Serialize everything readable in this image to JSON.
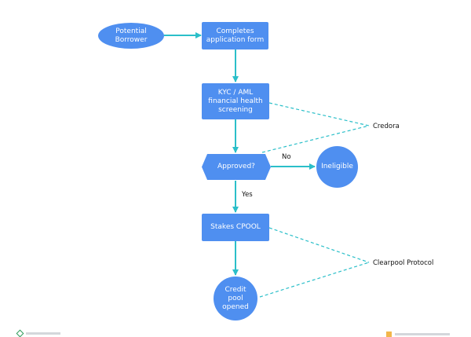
{
  "nodes": {
    "borrower": "Potential\nBorrower",
    "application": "Completes\napplication form",
    "kyc": "KYC / AML\nfinancial health\nscreening",
    "approved": "Approved?",
    "ineligible": "Ineligible",
    "stakes": "Stakes CPOOL",
    "pool": "Credit\npool\nopened"
  },
  "edge_labels": {
    "no": "No",
    "yes": "Yes"
  },
  "annotations": {
    "credora": "Credora",
    "clearpool": "Clearpool Protocol"
  },
  "colors": {
    "node_fill": "#4f8ff0",
    "arrow": "#2bbfc9",
    "dashed": "#2bbfc9"
  }
}
